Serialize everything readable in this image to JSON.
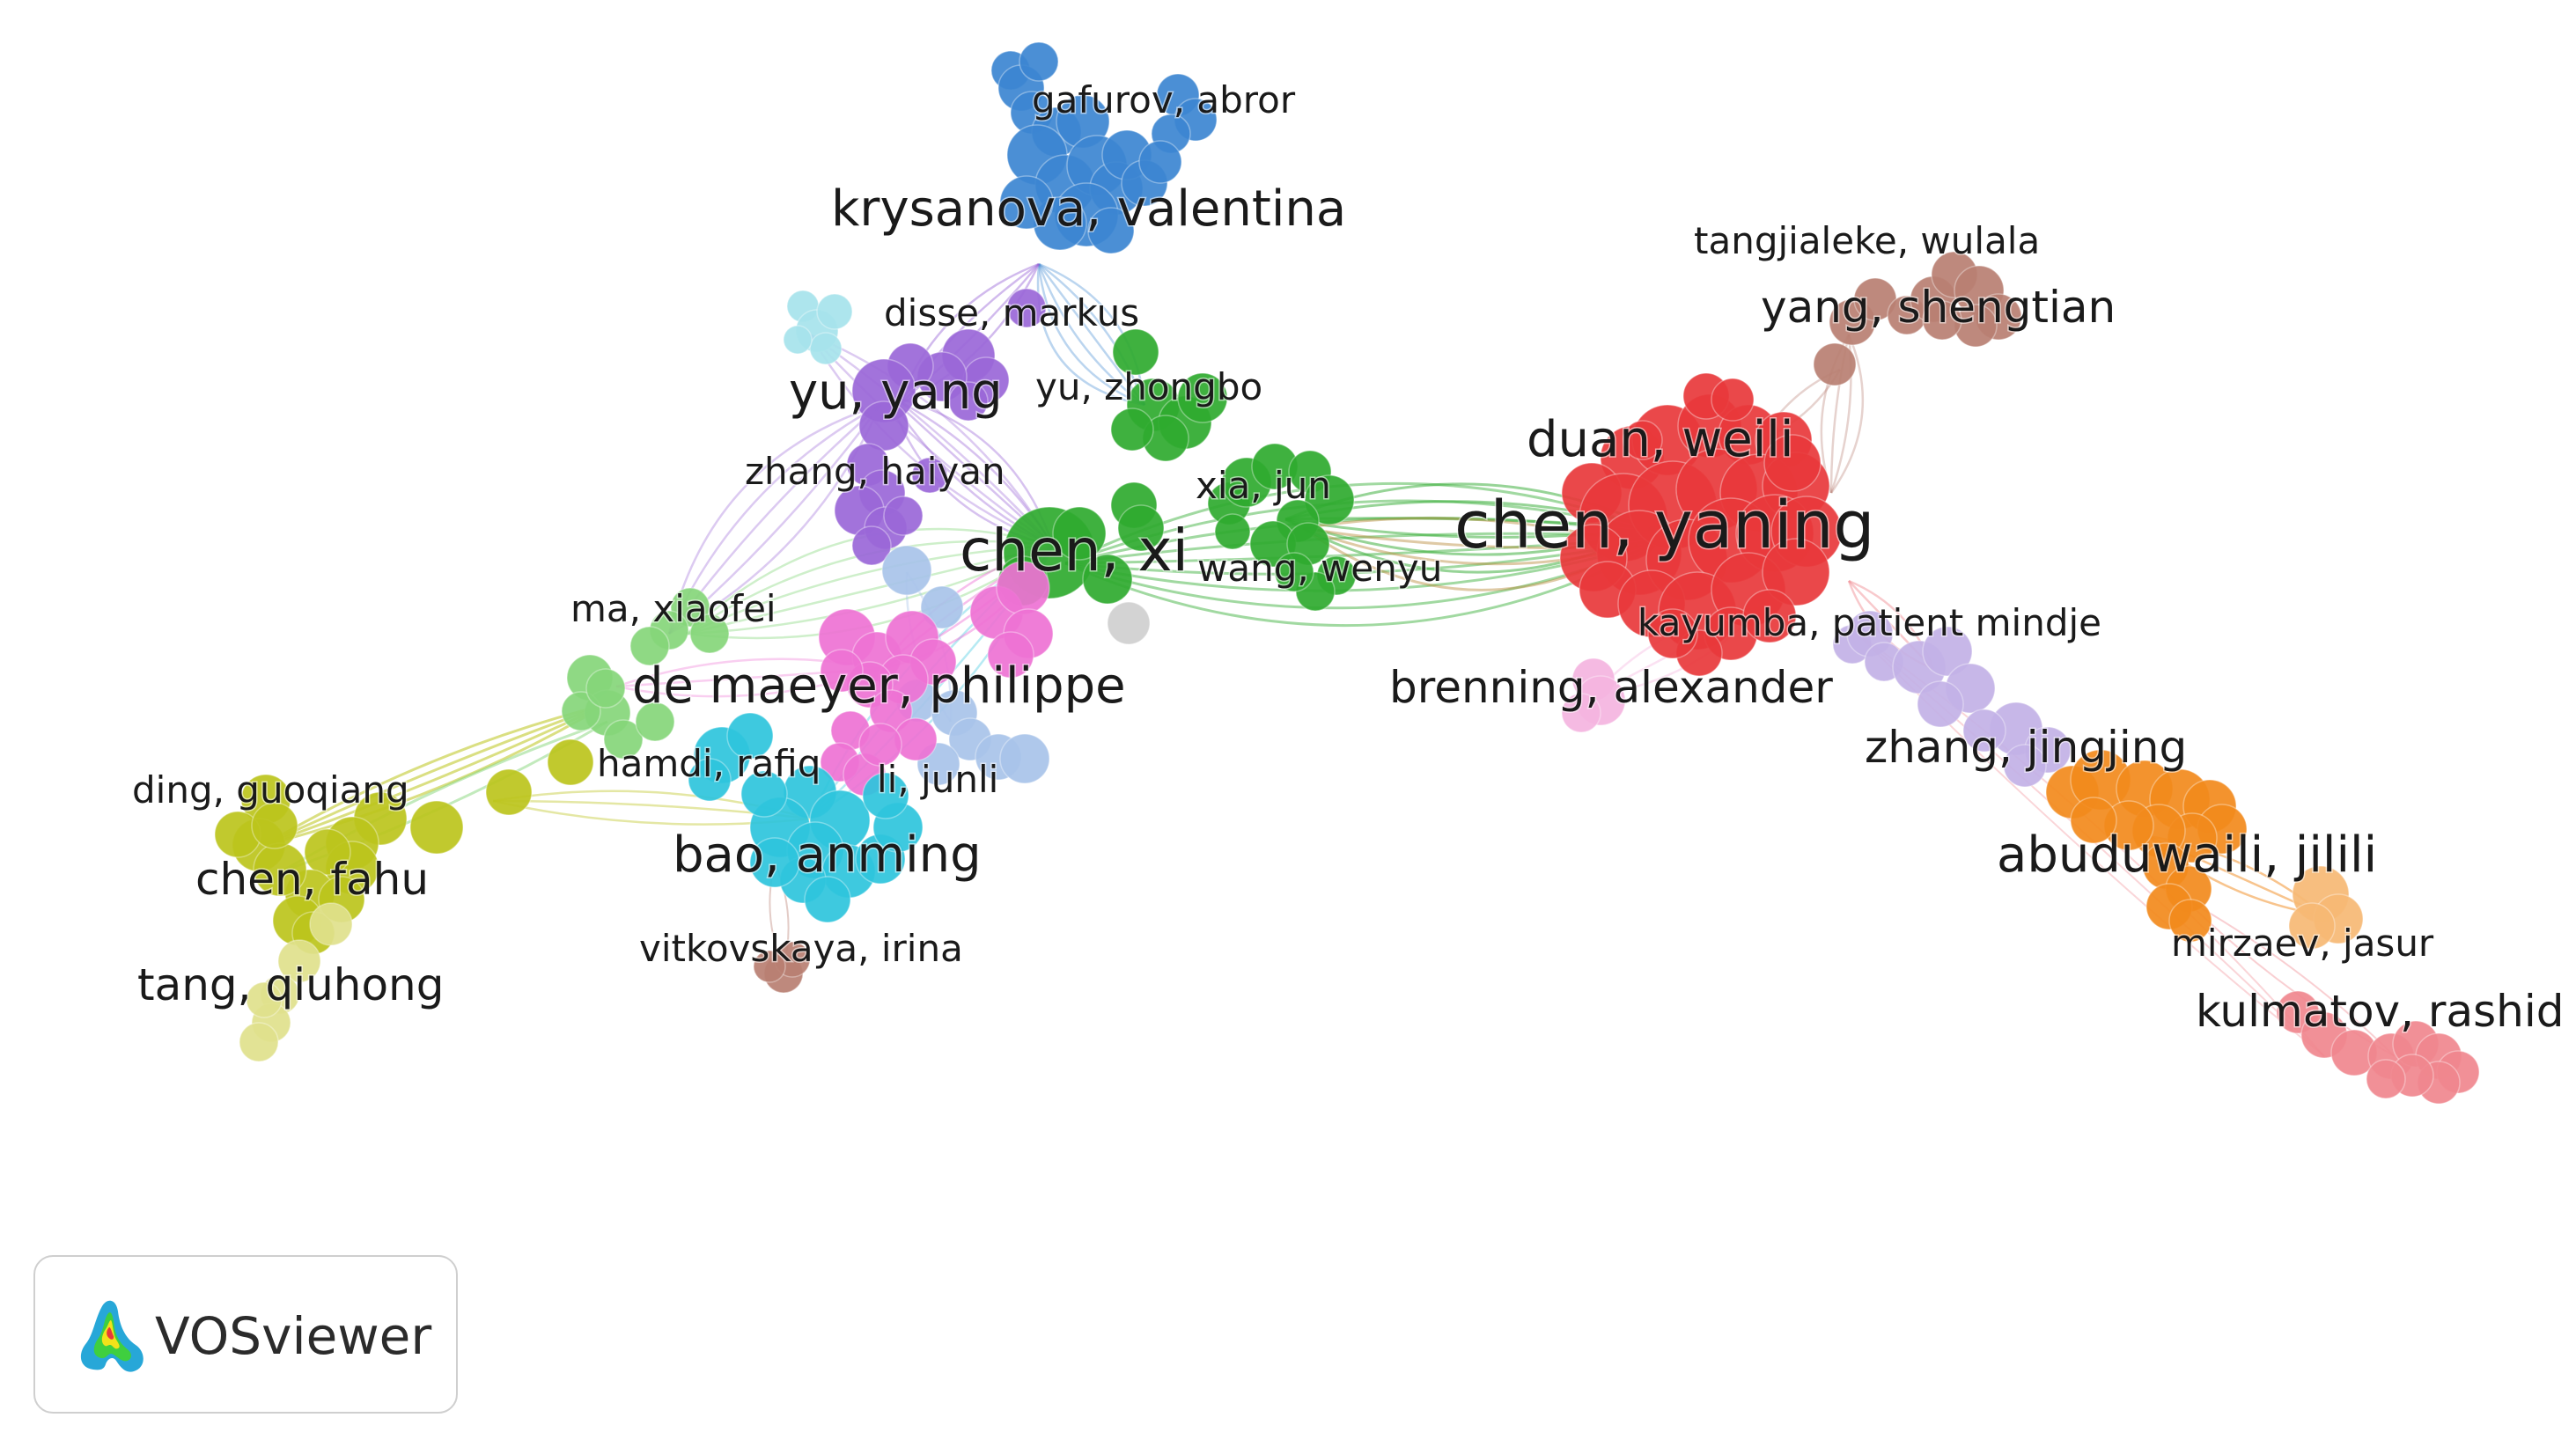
{
  "colors": {
    "red": "#e8383b",
    "green": "#2faa2f",
    "blue": "#3c86d1",
    "purple": "#9a67d8",
    "cyan": "#2ec4dc",
    "yellow": "#bcc41c",
    "orange": "#f28a1c",
    "pink": "#ee72d4",
    "brown": "#b87f72",
    "lightgreen": "#85d67a",
    "lightcyan": "#a6e3ec",
    "lavender": "#c2b1e6",
    "lightblue": "#a8c3e9",
    "lightpink": "#f4b4df",
    "salmon": "#f0878e",
    "peach": "#f6b874",
    "paleyellow": "#dfe18c",
    "gray": "#cfcfcf"
  },
  "labels": [
    {
      "id": "gafurov",
      "text": "gafurov, abror",
      "color": "blue",
      "size": "sm"
    },
    {
      "id": "krysanova",
      "text": "krysanova, valentina",
      "color": "blue",
      "size": "lg"
    },
    {
      "id": "tangjialeke",
      "text": "tangjialeke, wulala",
      "color": "brown",
      "size": "sm"
    },
    {
      "id": "yang_shengtian",
      "text": "yang, shengtian",
      "color": "brown",
      "size": "md"
    },
    {
      "id": "disse",
      "text": "disse, markus",
      "color": "purple",
      "size": "sm"
    },
    {
      "id": "yu_yang",
      "text": "yu, yang",
      "color": "purple",
      "size": "lg"
    },
    {
      "id": "yu_zhongbo",
      "text": "yu, zhongbo",
      "color": "green",
      "size": "sm"
    },
    {
      "id": "duan",
      "text": "duan, weili",
      "color": "red",
      "size": "lg"
    },
    {
      "id": "zhang_haiyan",
      "text": "zhang, haiyan",
      "color": "purple",
      "size": "sm"
    },
    {
      "id": "xia",
      "text": "xia, jun",
      "color": "green",
      "size": "sm"
    },
    {
      "id": "chen_xi",
      "text": "chen, xi",
      "color": "green",
      "size": "xl"
    },
    {
      "id": "chen_yaning",
      "text": "chen, yaning",
      "color": "red",
      "size": "xxl"
    },
    {
      "id": "wang",
      "text": "wang, wenyu",
      "color": "green",
      "size": "sm"
    },
    {
      "id": "ma",
      "text": "ma, xiaofei",
      "color": "lightgreen",
      "size": "sm"
    },
    {
      "id": "kayumba",
      "text": "kayumba, patient mindje",
      "color": "lavender",
      "size": "sm"
    },
    {
      "id": "demaeyer",
      "text": "de maeyer, philippe",
      "color": "pink",
      "size": "lg"
    },
    {
      "id": "brenning",
      "text": "brenning, alexander",
      "color": "lightpink",
      "size": "md"
    },
    {
      "id": "hamdi",
      "text": "hamdi, rafiq",
      "color": "cyan",
      "size": "sm"
    },
    {
      "id": "li",
      "text": "li, junli",
      "color": "lightblue",
      "size": "sm"
    },
    {
      "id": "zhang_jingjing",
      "text": "zhang, jingjing",
      "color": "lavender",
      "size": "md"
    },
    {
      "id": "ding",
      "text": "ding, guoqiang",
      "color": "yellow",
      "size": "sm"
    },
    {
      "id": "abuduwaili",
      "text": "abuduwaili, jilili",
      "color": "orange",
      "size": "lg"
    },
    {
      "id": "bao",
      "text": "bao, anming",
      "color": "cyan",
      "size": "lg"
    },
    {
      "id": "chen_fahu",
      "text": "chen, fahu",
      "color": "yellow",
      "size": "md"
    },
    {
      "id": "mirzaev",
      "text": "mirzaev, jasur",
      "color": "peach",
      "size": "sm"
    },
    {
      "id": "vitkovskaya",
      "text": "vitkovskaya, irina",
      "color": "brown",
      "size": "sm"
    },
    {
      "id": "tang",
      "text": "tang, qiuhong",
      "color": "paleyellow",
      "size": "md"
    },
    {
      "id": "kulmatov",
      "text": "kulmatov, rashid",
      "color": "salmon",
      "size": "md"
    }
  ],
  "logo": {
    "text": "VOSviewer",
    "icon": "vosviewer-logo-icon"
  }
}
